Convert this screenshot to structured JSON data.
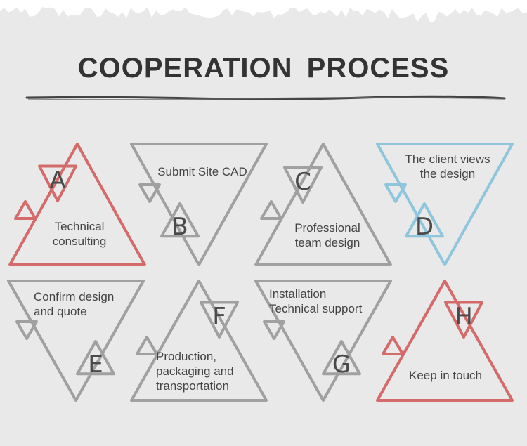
{
  "title": "COOPERATION PROCESS",
  "colors": {
    "red": "#d46a6a",
    "blue": "#8fc6dd",
    "grey": "#a0a0a0",
    "background": "#e9e9e9",
    "edge": "#ffffff"
  },
  "steps": [
    {
      "letter": "A",
      "lines": [
        "Technical",
        "consulting"
      ],
      "color": "red"
    },
    {
      "letter": "B",
      "lines": [
        "Submit Site CAD"
      ],
      "color": "grey"
    },
    {
      "letter": "C",
      "lines": [
        "Professional",
        "team design"
      ],
      "color": "grey"
    },
    {
      "letter": "D",
      "lines": [
        "The client views",
        "the design"
      ],
      "color": "blue"
    },
    {
      "letter": "E",
      "lines": [
        "Confirm design",
        "and quote"
      ],
      "color": "grey"
    },
    {
      "letter": "F",
      "lines": [
        "Production,",
        "packaging and",
        "transportation"
      ],
      "color": "grey"
    },
    {
      "letter": "G",
      "lines": [
        "Installation",
        "Technical support"
      ],
      "color": "grey"
    },
    {
      "letter": "H",
      "lines": [
        "Keep in touch"
      ],
      "color": "red"
    }
  ]
}
